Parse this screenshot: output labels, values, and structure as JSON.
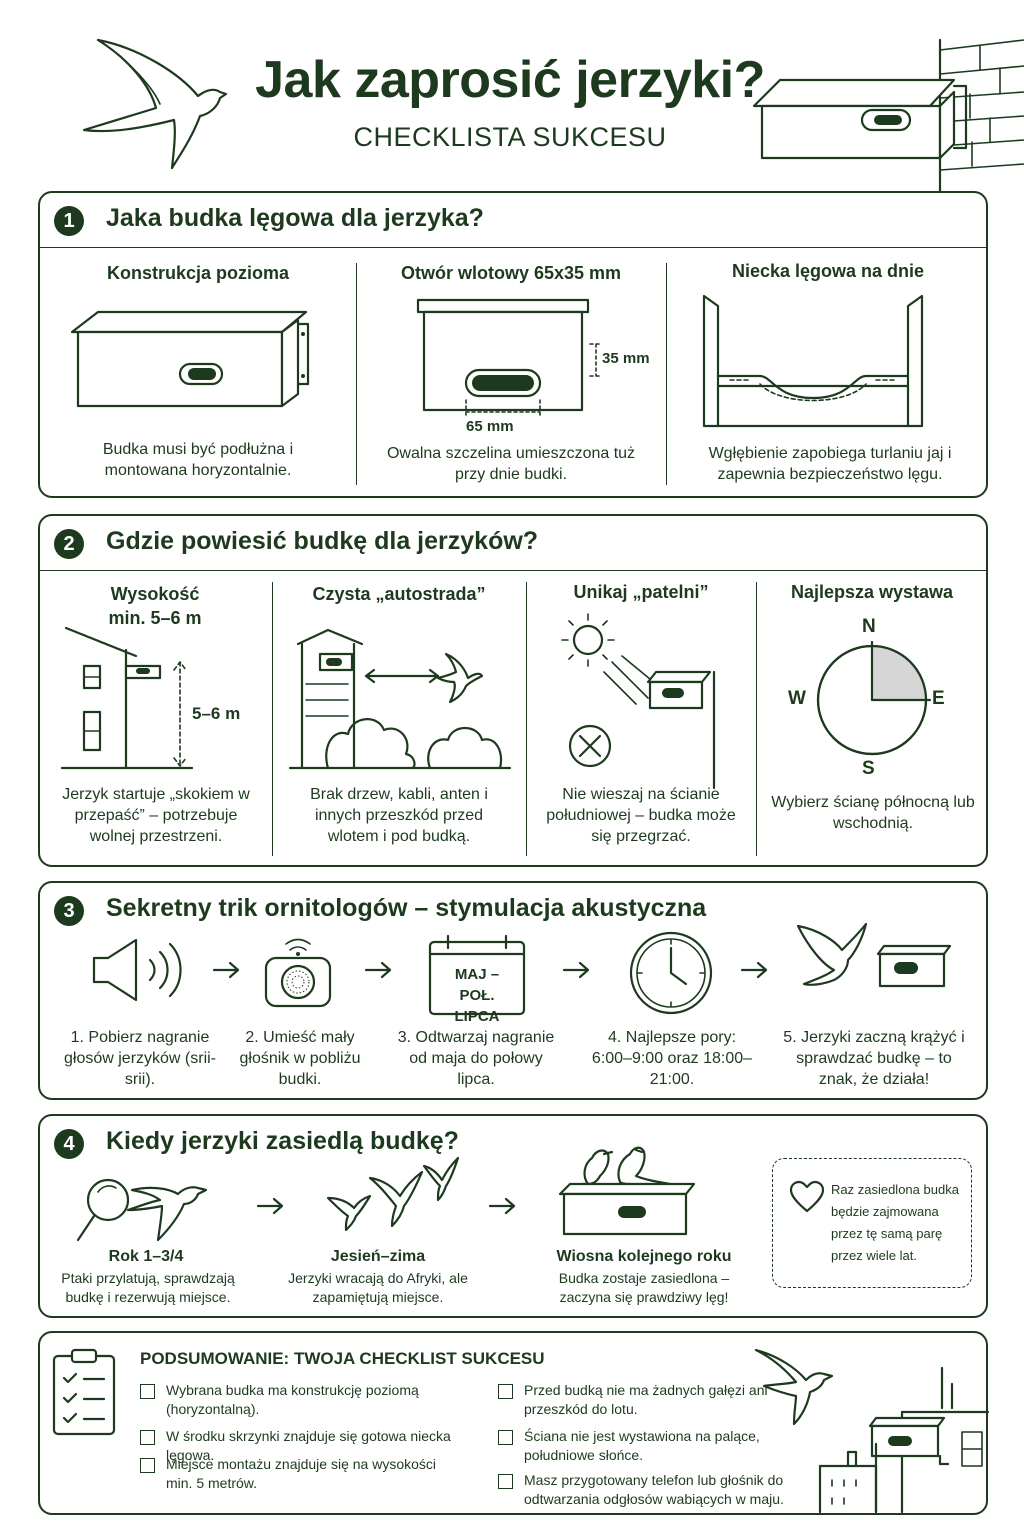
{
  "header": {
    "title": "Jak zaprosić jerzyki?",
    "subtitle": "CHECKLISTA SUKCESU"
  },
  "section1": {
    "number": "1",
    "title": "Jaka budka lęgowa dla jerzyka?",
    "items": [
      {
        "heading": "Konstrukcja pozioma",
        "text": "Budka musi być podłużna i montowana horyzontalnie."
      },
      {
        "heading": "Otwór wlotowy 65x35 mm",
        "text": "Owalna szczelina umieszczona tuż przy dnie budki.",
        "dim_height": "35 mm",
        "dim_width": "65 mm"
      },
      {
        "heading": "Niecka lęgowa na dnie",
        "text": "Wgłębienie zapobiega turlaniu jaj i zapewnia bezpieczeństwo lęgu."
      }
    ]
  },
  "section2": {
    "number": "2",
    "title": "Gdzie powiesić budkę dla jerzyków?",
    "items": [
      {
        "heading": "Wysokość min. 5–6 m",
        "text": "Jerzyk startuje „skokiem w przepaść” – potrzebuje wolnej przestrzeni.",
        "dim": "5–6 m"
      },
      {
        "heading": "Czysta „autostrada”",
        "text": "Brak drzew, kabli, anten i innych przeszkód przed wlotem i pod budką."
      },
      {
        "heading": "Unikaj „patelni”",
        "text": "Nie wieszaj na ścianie południowej – budka może się przegrzać."
      },
      {
        "heading": "Najlepsza wystawa",
        "text": "Wybierz ścianę północną lub wschodnią.",
        "compass": {
          "n": "N",
          "e": "E",
          "s": "S",
          "w": "W"
        }
      }
    ]
  },
  "section3": {
    "number": "3",
    "title": "Sekretny trik ornitologów – stymulacja akustyczna",
    "calendar_text": "MAJ – POŁ. LIPCA",
    "steps": [
      {
        "text": "1. Pobierz nagranie głosów jerzyków (srii-srii)."
      },
      {
        "text": "2. Umieść mały głośnik w pobliżu budki."
      },
      {
        "text": "3. Odtwarzaj nagranie od maja do połowy lipca."
      },
      {
        "text": "4. Najlepsze pory: 6:00–9:00 oraz 18:00–21:00."
      },
      {
        "text": "5. Jerzyki zaczną krążyć i sprawdzać budkę – to znak, że działa!"
      }
    ]
  },
  "section4": {
    "number": "4",
    "title": "Kiedy jerzyki zasiedlą budkę?",
    "stages": [
      {
        "heading": "Rok 1–3/4",
        "text": "Ptaki przylatują, sprawdzają budkę i rezerwują miejsce."
      },
      {
        "heading": "Jesień–zima",
        "text": "Jerzyki wracają do Afryki, ale zapamiętują miejsce."
      },
      {
        "heading": "Wiosna kolejnego roku",
        "text": "Budka zostaje zasiedlona – zaczyna się prawdziwy lęg!"
      }
    ],
    "note": "Raz zasiedlona budka będzie zajmowana przez tę samą parę przez wiele lat."
  },
  "summary": {
    "title": "PODSUMOWANIE: TWOJA CHECKLIST SUKCESU",
    "left": [
      "Wybrana budka ma konstrukcję poziomą (horyzontalną).",
      "W środku skrzynki znajduje się gotowa niecka lęgowa.",
      "Miejsce montażu znajduje się na wysokości min. 5 metrów."
    ],
    "right": [
      "Przed budką nie ma żadnych gałęzi ani przeszkód do lotu.",
      "Ściana nie jest wystawiona na palące, południowe słońce.",
      "Masz przygotowany telefon lub głośnik do odtwarzania odgłosów wabiących w maju."
    ]
  }
}
